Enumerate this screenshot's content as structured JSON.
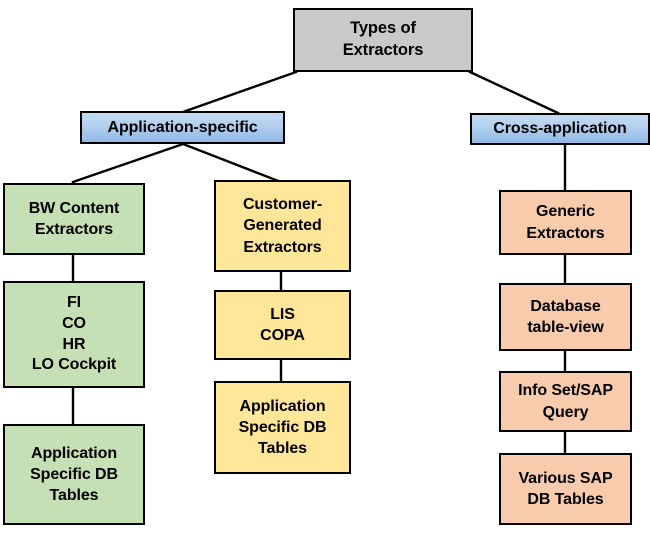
{
  "diagram": {
    "title": "Types of Extractors",
    "type": "hierarchy-tree",
    "root": {
      "id": "types-of-extractors",
      "lines": [
        "Types of",
        "Extractors"
      ],
      "color": "#c9c9c9"
    },
    "categories": [
      {
        "id": "application-specific",
        "label": "Application-specific",
        "color": "#a8c8ea"
      },
      {
        "id": "cross-application",
        "label": "Cross-application",
        "color": "#a8c8ea"
      }
    ],
    "branches": {
      "bw_content": {
        "color": "#c5e0b4",
        "nodes": [
          {
            "id": "bw-content-extractors",
            "lines": [
              "BW Content",
              "Extractors"
            ]
          },
          {
            "id": "fi-co-hr-lo-cockpit",
            "lines": [
              "FI",
              "CO",
              "HR",
              "LO Cockpit"
            ]
          },
          {
            "id": "application-specific-db-tables-green",
            "lines": [
              "Application",
              "Specific DB",
              "Tables"
            ]
          }
        ]
      },
      "customer_generated": {
        "color": "#ffe699",
        "nodes": [
          {
            "id": "customer-generated-extractors",
            "lines": [
              "Customer-",
              "Generated",
              "Extractors"
            ]
          },
          {
            "id": "lis-copa",
            "lines": [
              "LIS",
              "COPA"
            ]
          },
          {
            "id": "application-specific-db-tables-yellow",
            "lines": [
              "Application",
              "Specific DB",
              "Tables"
            ]
          }
        ]
      },
      "generic": {
        "color": "#f8cbad",
        "nodes": [
          {
            "id": "generic-extractors",
            "lines": [
              "Generic",
              "Extractors"
            ]
          },
          {
            "id": "database-table-view",
            "lines": [
              "Database",
              "table-view"
            ]
          },
          {
            "id": "info-set-sap-query",
            "lines": [
              "Info Set/SAP",
              "Query"
            ]
          },
          {
            "id": "various-sap-db-tables",
            "lines": [
              "Various SAP",
              "DB Tables"
            ]
          }
        ]
      }
    }
  }
}
